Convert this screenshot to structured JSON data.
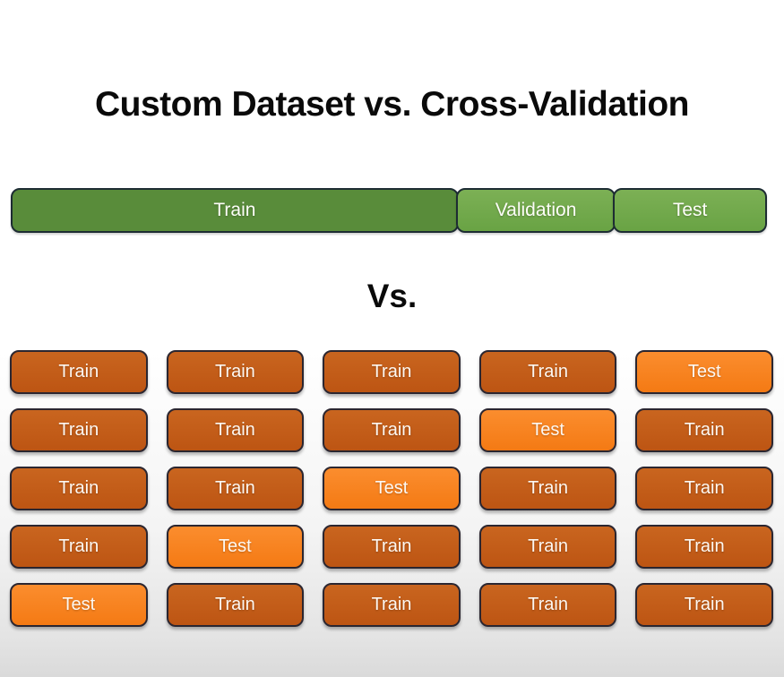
{
  "title": "Custom Dataset vs. Cross-Validation",
  "vs_label": "Vs.",
  "split_bar": {
    "segments": [
      {
        "label": "Train",
        "type": "train",
        "width_pct": 58.8
      },
      {
        "label": "Validation",
        "type": "holdout",
        "width_pct": 21.0
      },
      {
        "label": "Test",
        "type": "holdout",
        "width_pct": 20.2
      }
    ]
  },
  "cv_grid": {
    "rows": [
      [
        "Train",
        "Train",
        "Train",
        "Train",
        "Test"
      ],
      [
        "Train",
        "Train",
        "Train",
        "Test",
        "Train"
      ],
      [
        "Train",
        "Train",
        "Test",
        "Train",
        "Train"
      ],
      [
        "Train",
        "Test",
        "Train",
        "Train",
        "Train"
      ],
      [
        "Test",
        "Train",
        "Train",
        "Train",
        "Train"
      ]
    ]
  },
  "colors": {
    "bar_train_green": "#598c3a",
    "bar_holdout_green_top": "#7cb055",
    "bar_holdout_green_bottom": "#69a344",
    "cell_train_orange_top": "#c9651f",
    "cell_train_orange_bottom": "#bd5513",
    "cell_test_orange_top": "#fb8d2e",
    "cell_test_orange_bottom": "#f47a14",
    "outline_dark": "#1d2c33",
    "text_light": "#fdfdf8",
    "text_dark": "#0a0a0a"
  }
}
